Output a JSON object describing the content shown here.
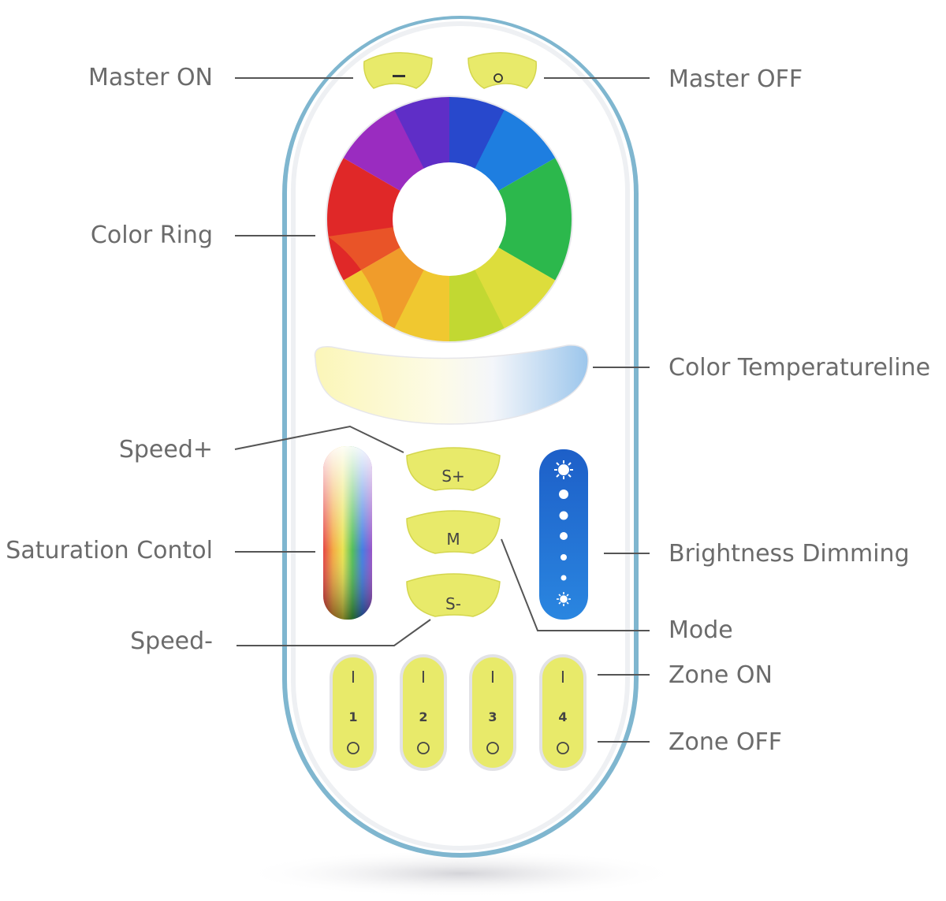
{
  "labels": {
    "master_on": "Master ON",
    "master_off": "Master OFF",
    "color_ring": "Color Ring",
    "color_temperature": "Color Temperatureline",
    "speed_plus": "Speed+",
    "saturation": "Saturation Contol",
    "brightness": "Brightness Dimming",
    "mode": "Mode",
    "speed_minus": "Speed-",
    "zone_on": "Zone ON",
    "zone_off": "Zone OFF"
  },
  "buttons": {
    "speed_plus": "S+",
    "mode": "M",
    "speed_minus": "S-",
    "zone_1": "1",
    "zone_2": "2",
    "zone_3": "3",
    "zone_4": "4",
    "on_symbol": "I"
  },
  "colors": {
    "button_yellow": "#e8ea6a",
    "label_gray": "#6b6b6b",
    "leader_gray": "#555555",
    "brightness_blue": "#1e6fd0"
  }
}
